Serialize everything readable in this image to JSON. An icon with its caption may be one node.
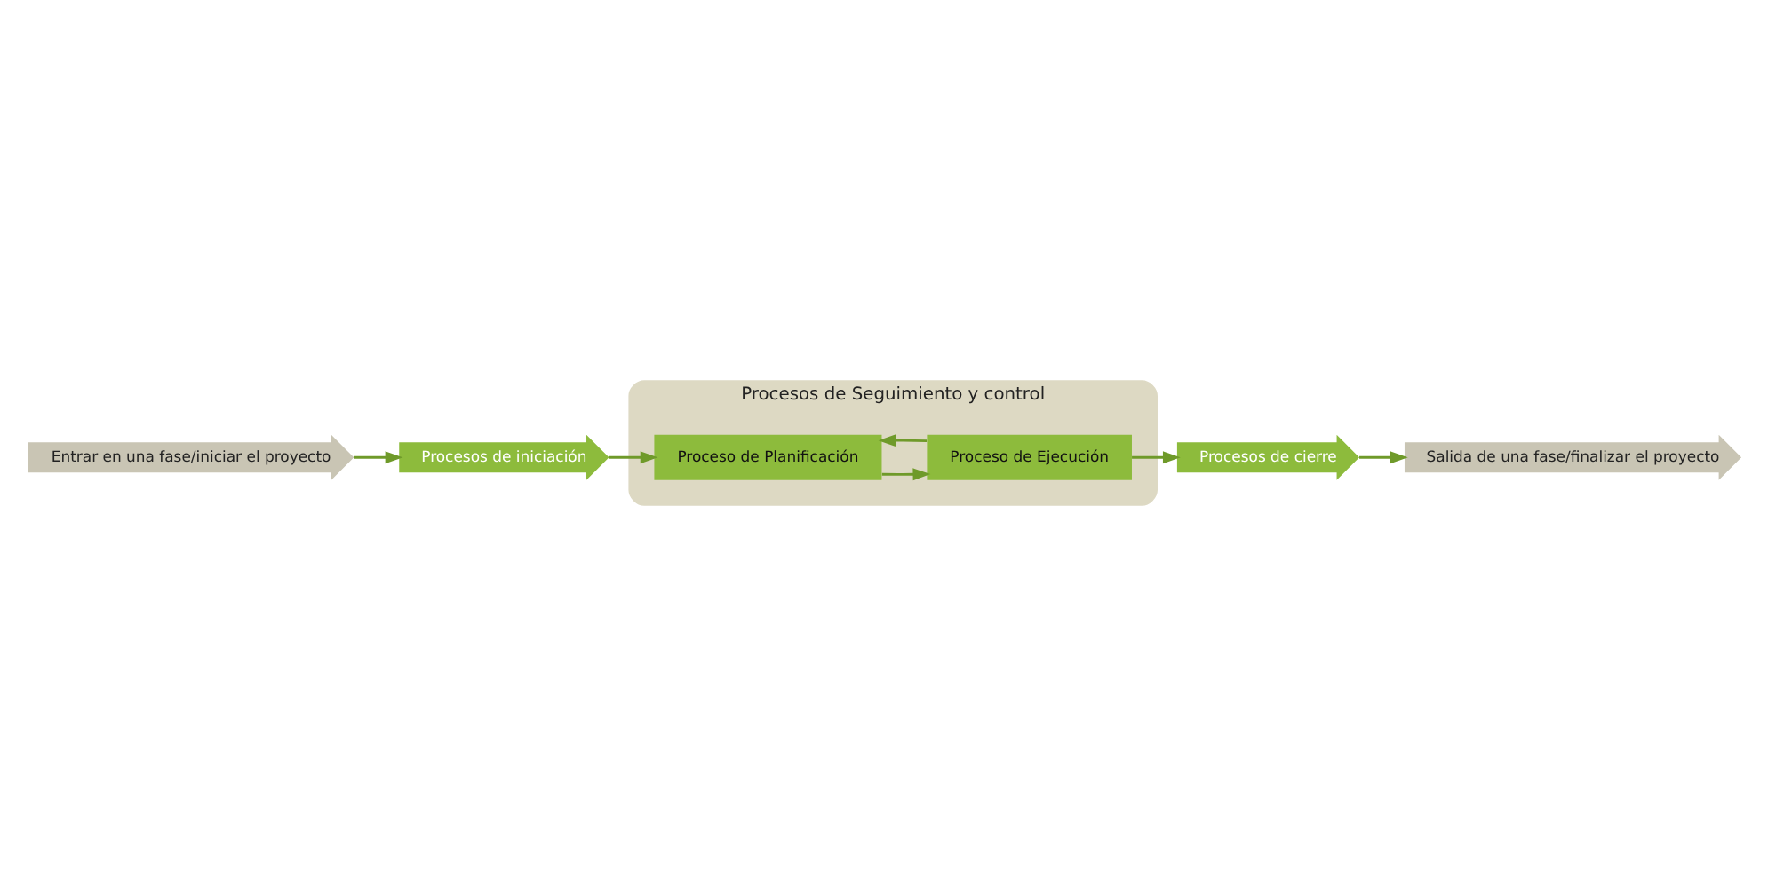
{
  "diagram": {
    "nodes": [
      {
        "text": [
          "Entrar en una fase/iniciar el proyecto"
        ]
      },
      {
        "text": [
          "Procesos de iniciación"
        ]
      },
      {
        "text": [
          "Procesos de Seguimiento y control"
        ]
      },
      {
        "text": [
          "Proceso de Planificación"
        ],
        "in": 2
      },
      {
        "text": [
          "Proceso de Ejecución"
        ],
        "in": 2
      },
      {
        "text": [
          "Procesos de cierre"
        ]
      },
      {
        "text": [
          "Salida de una fase/finalizar el proyecto"
        ]
      }
    ],
    "edges": [
      {
        "from": 0,
        "to": 1,
        "arrow": "to"
      },
      {
        "from": 1,
        "to": 3,
        "arrow": "to"
      },
      {
        "from": 3,
        "to": 4,
        "arrow": "to"
      },
      {
        "from": 4,
        "to": 3,
        "arrow": "to"
      },
      {
        "from": 4,
        "to": 5,
        "arrow": "to"
      },
      {
        "from": 5,
        "to": 6,
        "arrow": "to"
      }
    ]
  }
}
